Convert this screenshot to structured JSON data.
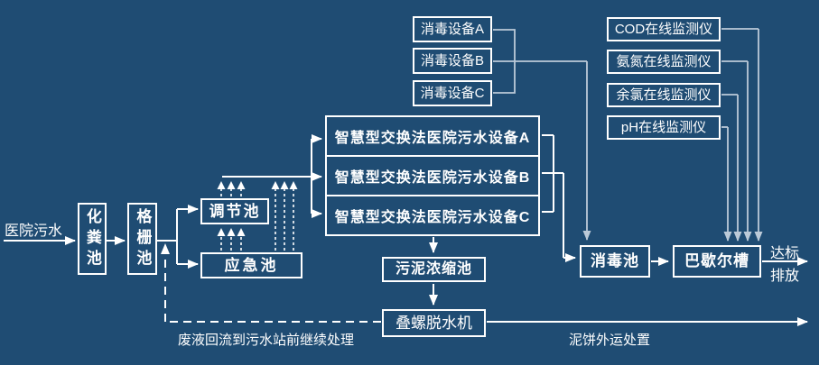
{
  "colors": {
    "background": "#1F4C73",
    "flow_line": "#FFFFFF",
    "signal_line": "#BCCAD8",
    "box_border": "#FFFFFF",
    "text": "#FFFFFF"
  },
  "nodes": {
    "source": "医院污水",
    "septic_tank": "化粪池",
    "bar_screen_tank": "格栅池",
    "regulating_tank": "调节池",
    "emergency_tank": "应急池",
    "smart_units": [
      "智慧型交换法医院污水设备A",
      "智慧型交换法医院污水设备B",
      "智慧型交换法医院污水设备C"
    ],
    "disinfection_devices": [
      "消毒设备A",
      "消毒设备B",
      "消毒设备C"
    ],
    "online_monitors": [
      "COD在线监测仪",
      "氨氮在线监测仪",
      "余氯在线监测仪",
      "pH在线监测仪"
    ],
    "sludge_thickening_tank": "污泥浓缩池",
    "screw_press_dewaterer": "叠螺脱水机",
    "disinfection_tank": "消毒池",
    "parshall_flume": "巴歇尔槽",
    "discharge_line1": "达标",
    "discharge_line2": "排放",
    "return_flow_note": "废液回流到污水站前继续处理",
    "sludge_cake_note": "泥饼外运处置"
  }
}
